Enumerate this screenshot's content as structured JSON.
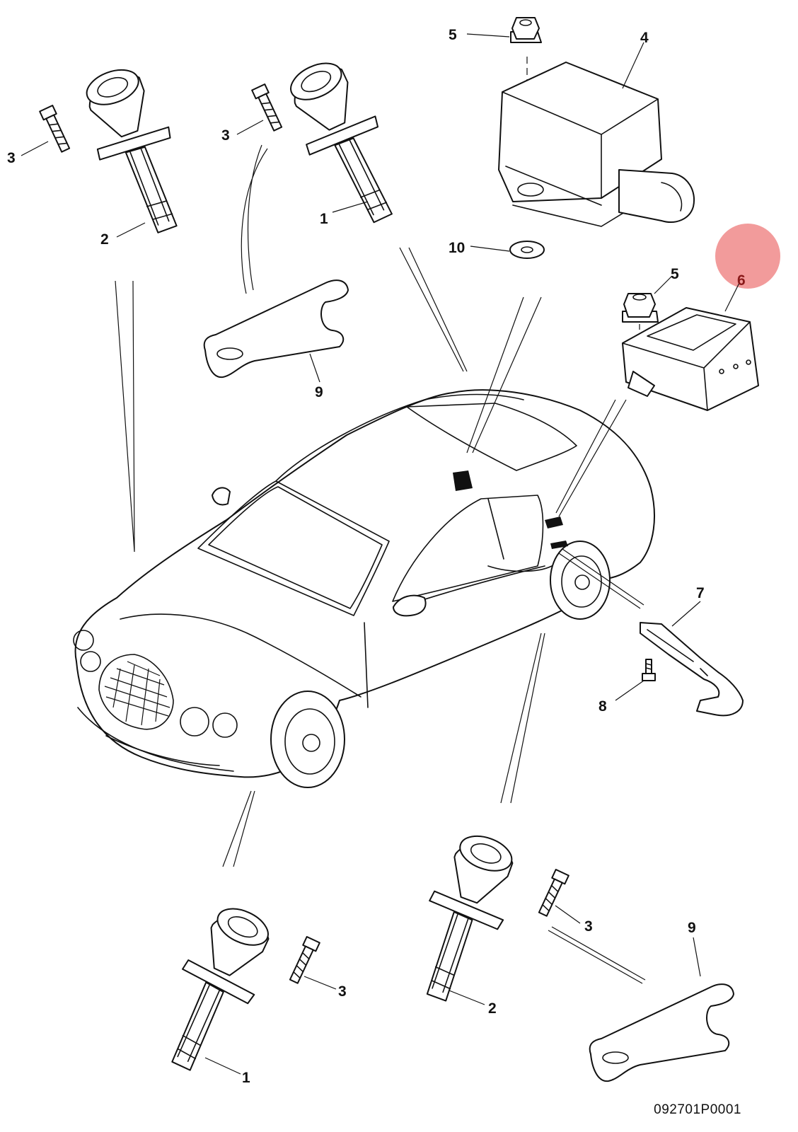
{
  "diagram": {
    "reference_code": "092701P0001",
    "highlight_color": "#f08a8a",
    "highlighted_callout": "6",
    "callouts": {
      "c3_topleft": "3",
      "c2_topleft": "2",
      "c3_topmid": "3",
      "c1_topmid": "1",
      "c9_topmid": "9",
      "c5_top": "5",
      "c4": "4",
      "c10": "10",
      "c5_mid": "5",
      "c6": "6",
      "c7": "7",
      "c8": "8",
      "c3_botleft": "3",
      "c1_botleft": "1",
      "c3_botmid": "3",
      "c2_botmid": "2",
      "c9_botright": "9"
    }
  }
}
